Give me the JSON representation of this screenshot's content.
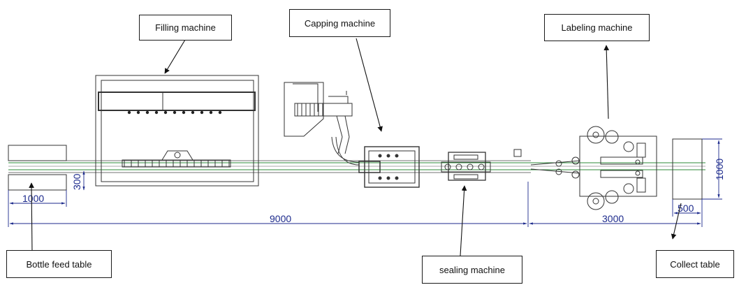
{
  "labels": {
    "filling": "Filling machine",
    "capping": "Capping machine",
    "labeling": "Labeling machine",
    "bottle_feed": "Bottle feed table",
    "sealing": "sealing machine",
    "collect": "Collect table"
  },
  "dimensions": {
    "feed_width": "1000",
    "feed_height": "300",
    "total_main": "9000",
    "labeling_len": "3000",
    "collect_height": "1000",
    "collect_width": "500"
  },
  "colors": {
    "line": "#333333",
    "conveyor": "#2e8b3a",
    "dimension": "#1c2a8c"
  }
}
